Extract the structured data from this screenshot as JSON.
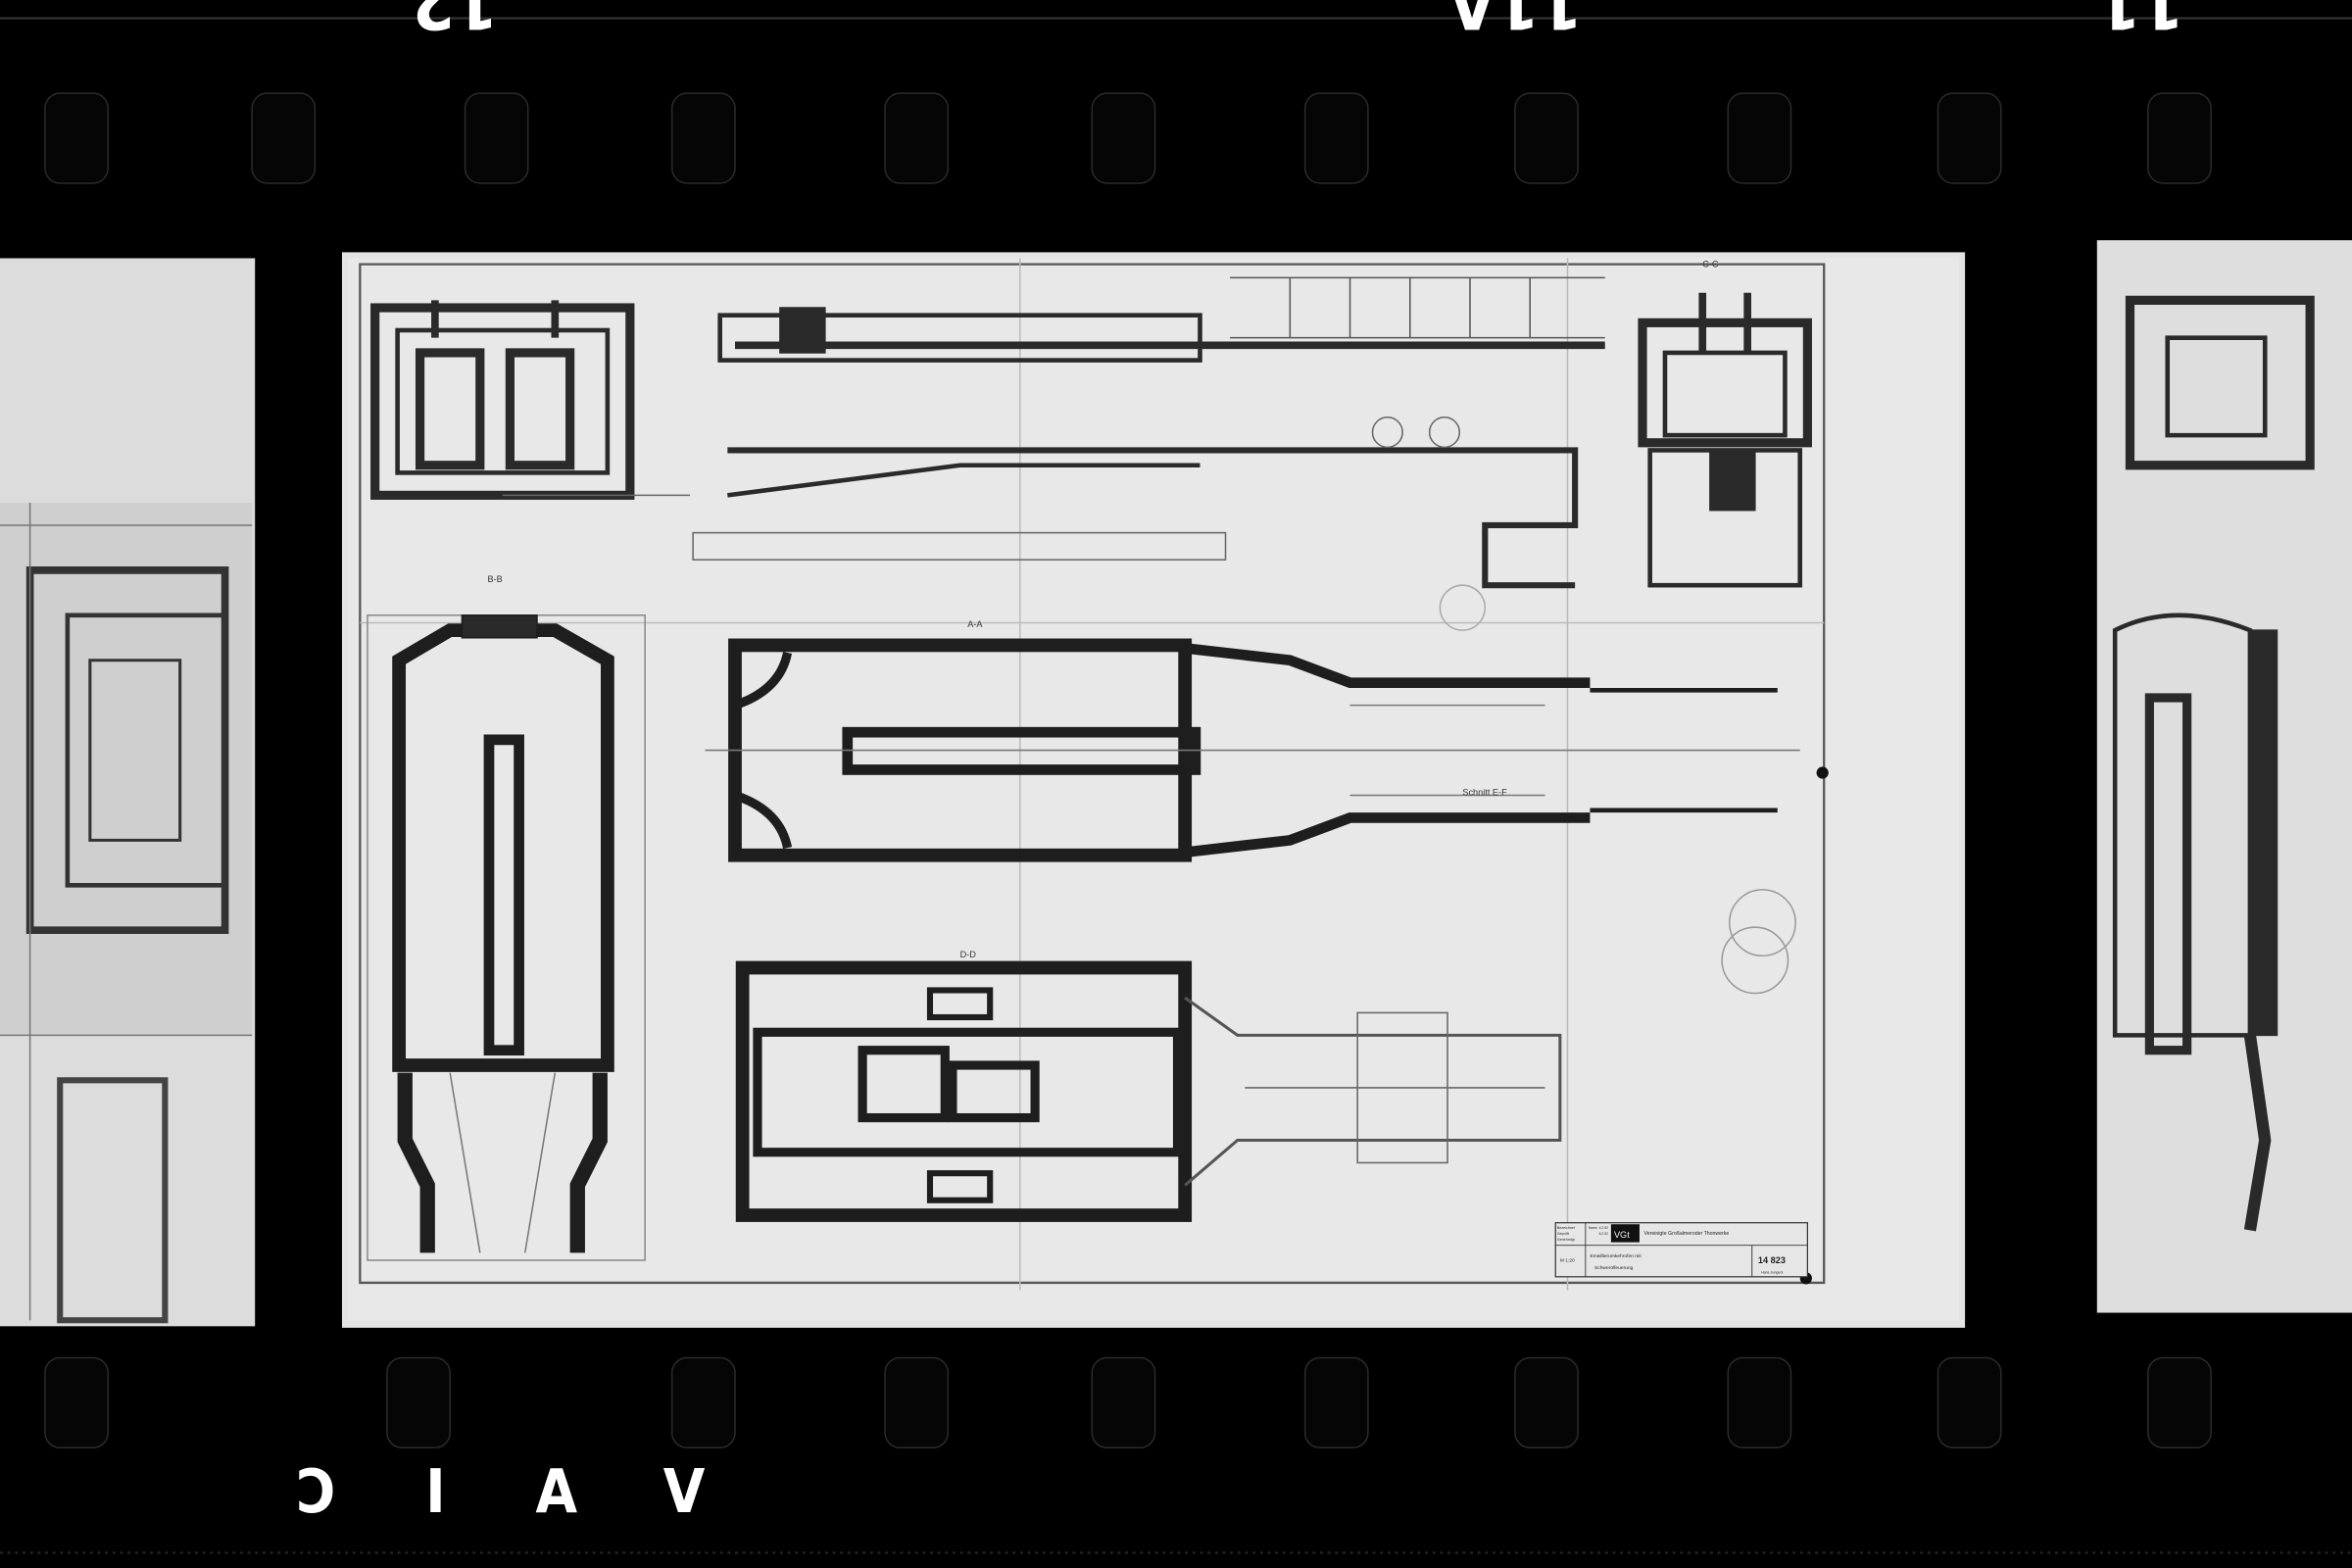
{
  "film_strip": {
    "frame_numbers": [
      "12",
      "11A",
      "11"
    ],
    "edge_code": "VAIC"
  },
  "drawing": {
    "title_block": {
      "roles": [
        "Bezeichnet",
        "Geprüft",
        "Genehmigt"
      ],
      "name": "Name",
      "dates": [
        "4.2.52",
        "8.2.52"
      ],
      "logo": "VGt",
      "company": "Vereinigte Großalmeroder Thonwerke",
      "scale": "M 1:20",
      "title_line1": "Emaillierumkehrofen mit",
      "title_line2": "Schwerölfeuerung",
      "drawing_number": "14 823",
      "signature": "Hans Jungers"
    },
    "section_labels": [
      "B-B",
      "A-A",
      "D-D",
      "C-C",
      "Schnitt E-F"
    ]
  },
  "colors": {
    "film": "#000000",
    "paper": "#e2e2e2",
    "ink": "#2a2a2a"
  }
}
